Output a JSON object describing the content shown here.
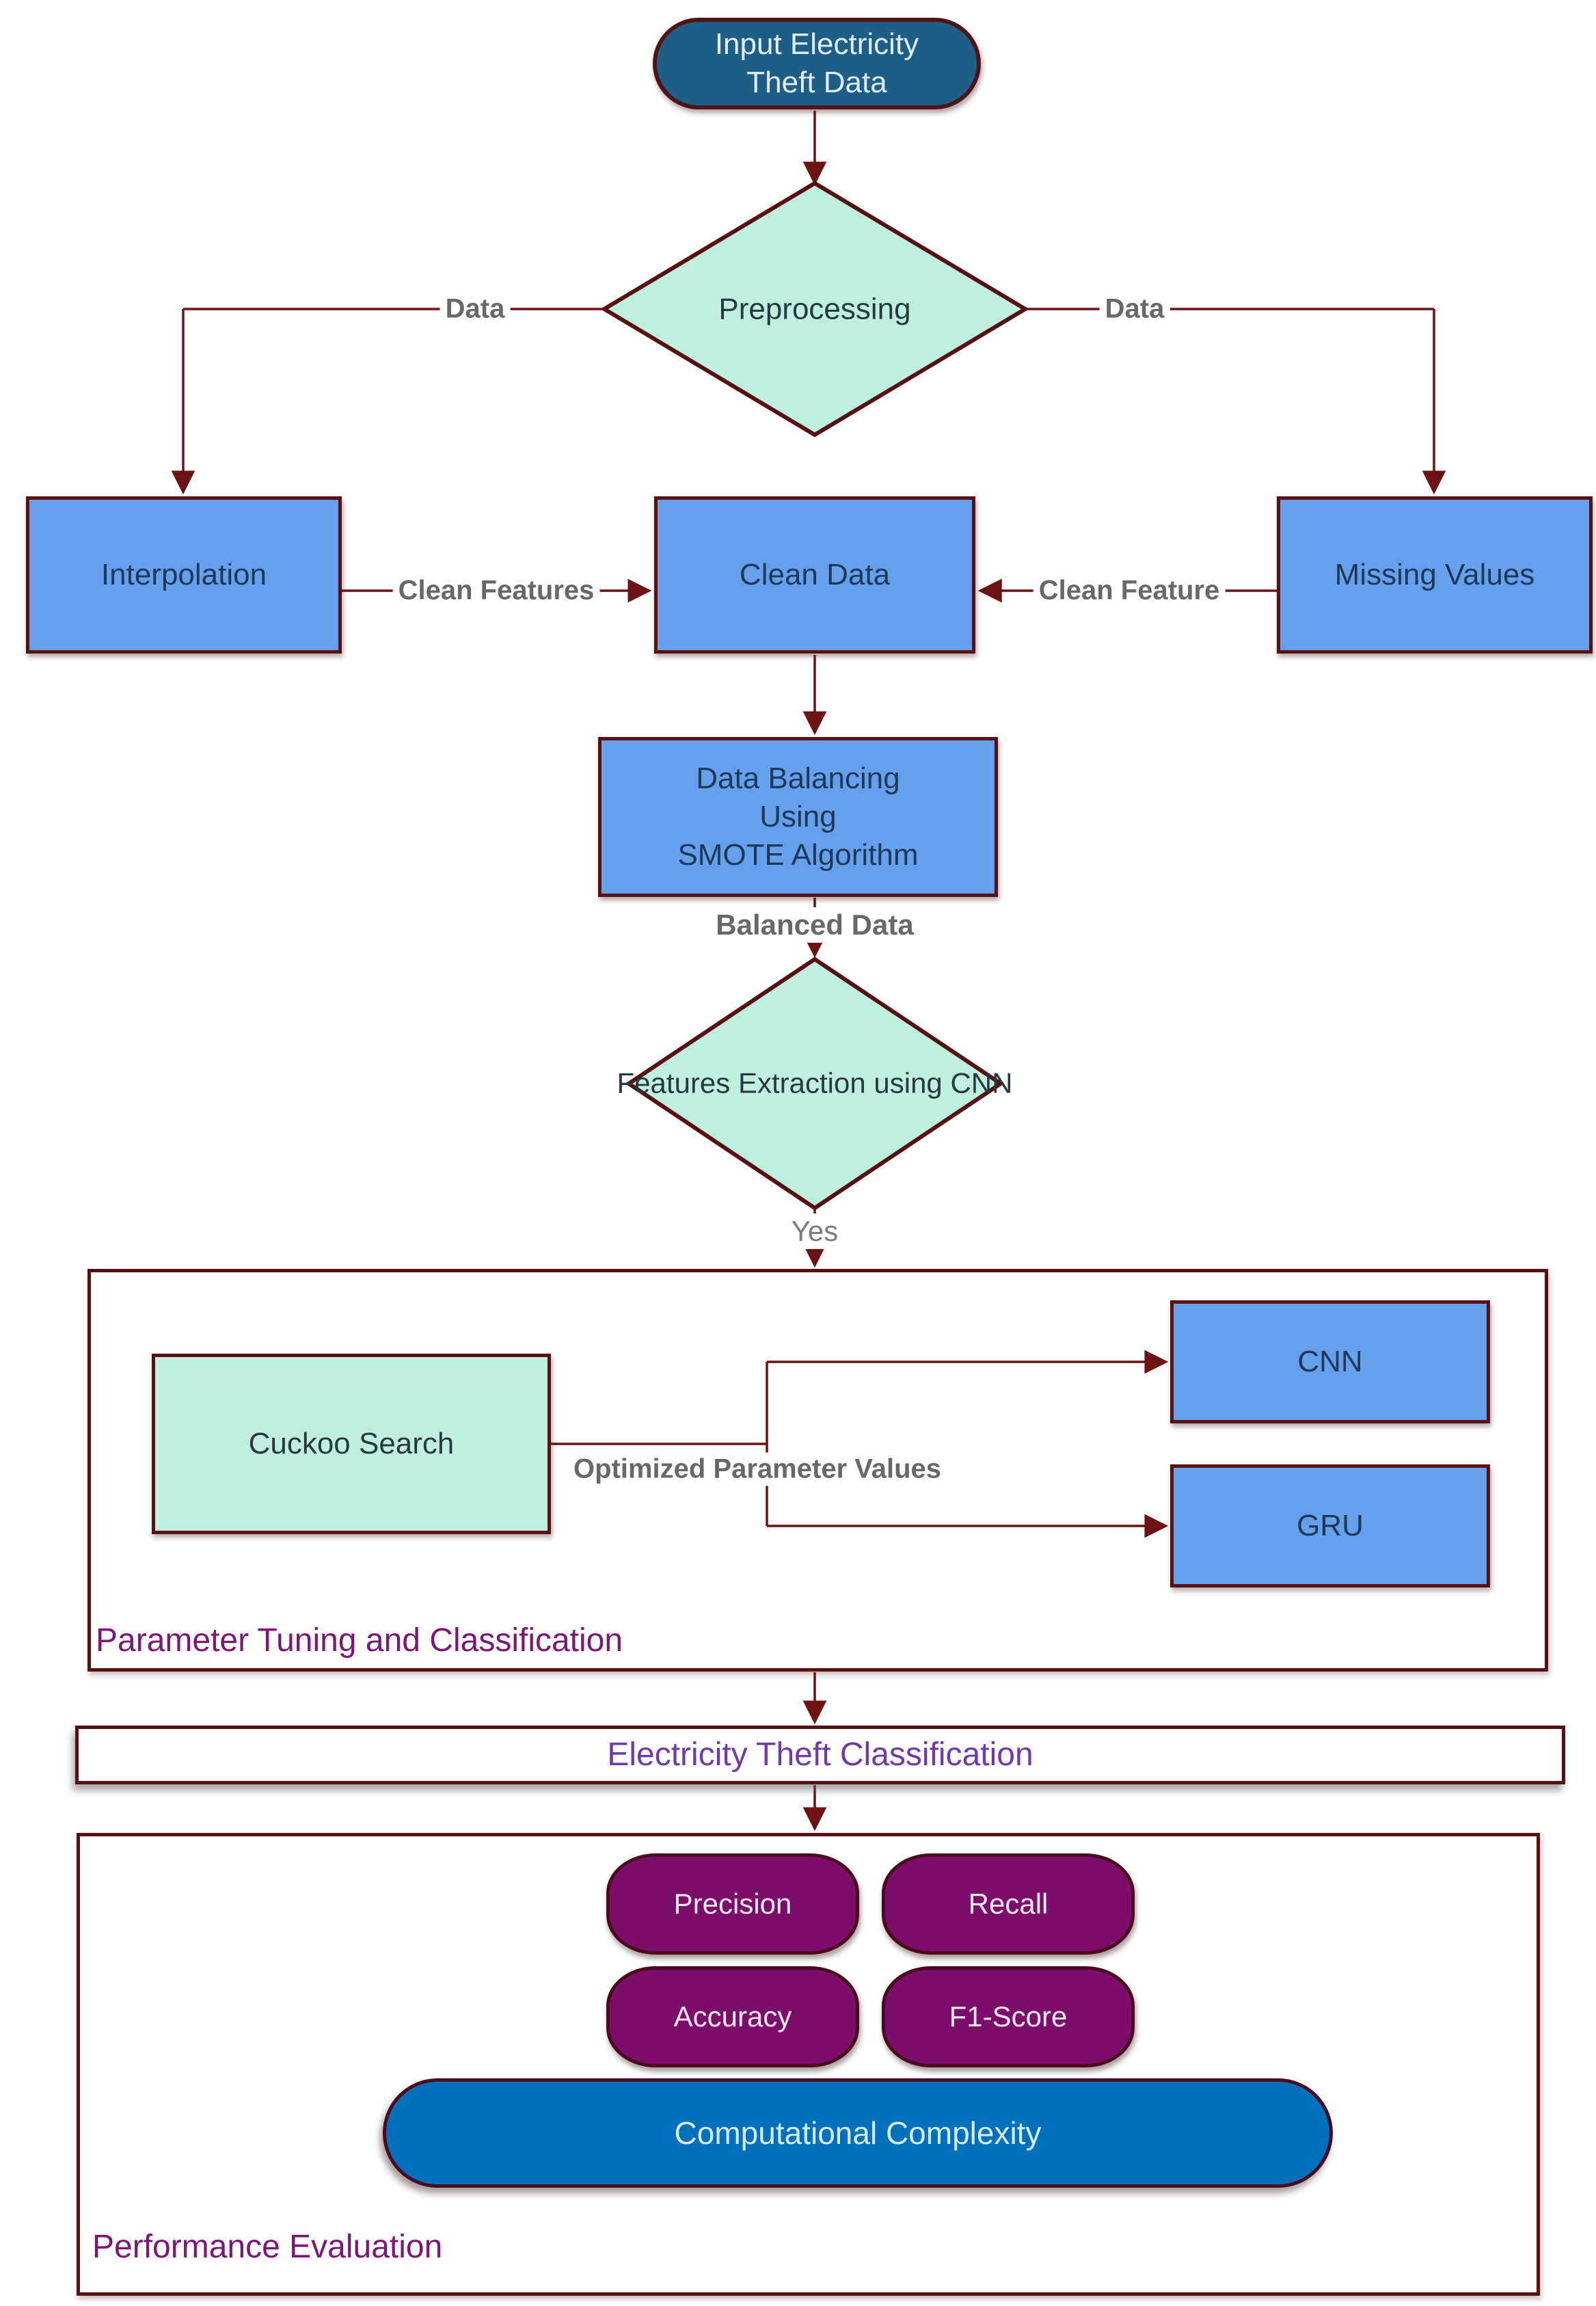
{
  "title": "Electricity Theft Detection Flowchart",
  "colors": {
    "border_maroon": "#571114",
    "connector_maroon": "#6D1215",
    "process_blue": "#66A0EC",
    "terminator_blue": "#1F5E86",
    "decision_mint": "#BFF0DF",
    "metric_purple": "#7D0D6B",
    "complexity_blue": "#0070BC",
    "edge_label_gray": "#686868",
    "section_label_purple": "#7C1677",
    "classification_violet": "#6F3BAC",
    "box_text_navy": "#1B3A5A"
  },
  "nodes": {
    "input": {
      "line1": "Input Electricity",
      "line2": "Theft Data"
    },
    "preprocessing": {
      "label": "Preprocessing"
    },
    "interpolation": {
      "label": "Interpolation"
    },
    "clean_data": {
      "label": "Clean Data"
    },
    "missing_values": {
      "label": "Missing Values"
    },
    "smote": {
      "line1": "Data Balancing",
      "line2": "Using",
      "line3": "SMOTE Algorithm"
    },
    "features": {
      "line1": "Features",
      "line2": "Extraction using",
      "line3": "CNN"
    },
    "cuckoo": {
      "label": "Cuckoo Search"
    },
    "cnn": {
      "label": "CNN"
    },
    "gru": {
      "label": "GRU"
    },
    "etc_bar": {
      "label": "Electricity Theft Classification"
    },
    "precision": {
      "label": "Precision"
    },
    "recall": {
      "label": "Recall"
    },
    "accuracy": {
      "label": "Accuracy"
    },
    "f1": {
      "label": "F1-Score"
    },
    "complexity": {
      "label": "Computational Complexity"
    }
  },
  "edge_labels": {
    "data_left": "Data",
    "data_right": "Data",
    "clean_features": "Clean Features",
    "clean_feature": "Clean Feature",
    "balanced_data": "Balanced Data",
    "yes": "Yes",
    "optimized": "Optimized Parameter Values"
  },
  "sections": {
    "parameter_tuning": "Parameter Tuning and Classification",
    "performance": "Performance Evaluation"
  }
}
